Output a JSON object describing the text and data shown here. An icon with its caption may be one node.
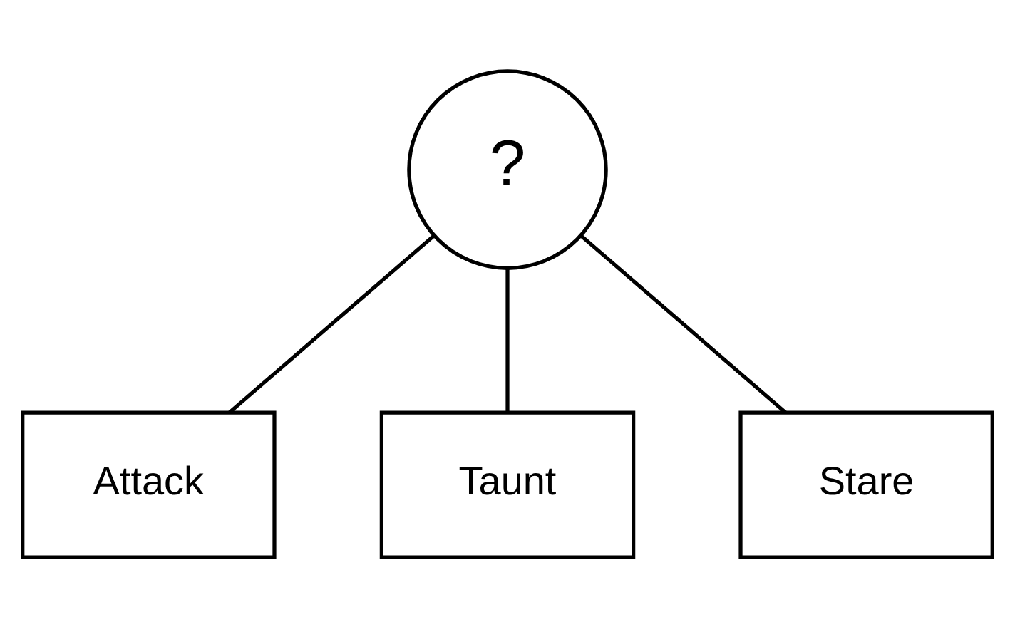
{
  "diagram": {
    "nodes": [
      {
        "text": [
          "?"
        ]
      },
      {
        "text": [
          "Attack"
        ]
      },
      {
        "text": [
          "Taunt"
        ]
      },
      {
        "text": [
          "Stare"
        ]
      }
    ],
    "edges": [
      {
        "from": 0,
        "to": 1,
        "arrow": "none"
      },
      {
        "from": 0,
        "to": 2,
        "arrow": "none"
      },
      {
        "from": 0,
        "to": 3,
        "arrow": "none"
      }
    ]
  }
}
